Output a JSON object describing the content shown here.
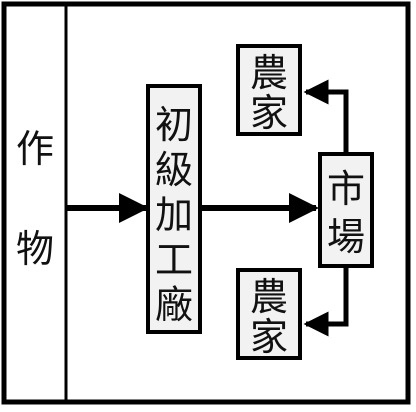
{
  "diagram": {
    "left_column": {
      "chars": [
        "作",
        "物"
      ]
    },
    "nodes": {
      "factory": {
        "chars": [
          "初",
          "級",
          "加",
          "工",
          "廠"
        ]
      },
      "market": {
        "chars": [
          "市",
          "場"
        ]
      },
      "farmer_top": {
        "chars": [
          "農",
          "家"
        ]
      },
      "farmer_bottom": {
        "chars": [
          "農",
          "家"
        ]
      }
    },
    "colors": {
      "line": "#000000",
      "box_fill": "#f2f2f2",
      "background": "#ffffff"
    }
  }
}
